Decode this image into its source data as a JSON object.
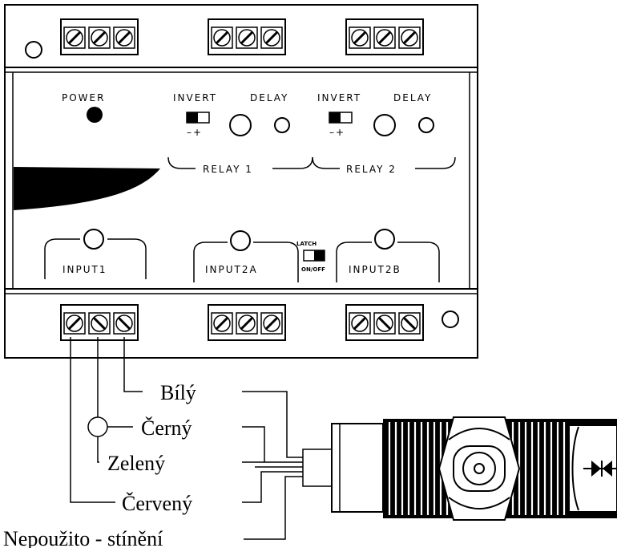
{
  "module": {
    "power_label": "POWER",
    "relay1": {
      "invert_label": "INVERT",
      "delay_label": "DELAY",
      "minus_plus": "–+",
      "title": "RELAY 1"
    },
    "relay2": {
      "invert_label": "INVERT",
      "delay_label": "DELAY",
      "minus_plus": "–+",
      "title": "RELAY 2"
    },
    "input1_label": "INPUT1",
    "input2a_label": "INPUT2A",
    "input2b_label": "INPUT2B",
    "latch_label": "LATCH",
    "onoff_label": "ON/OFF"
  },
  "wires": {
    "white": "Bílý",
    "black": "Černý",
    "green": "Zelený",
    "red": "Červený",
    "shield": "Nepoužito - stínění"
  }
}
